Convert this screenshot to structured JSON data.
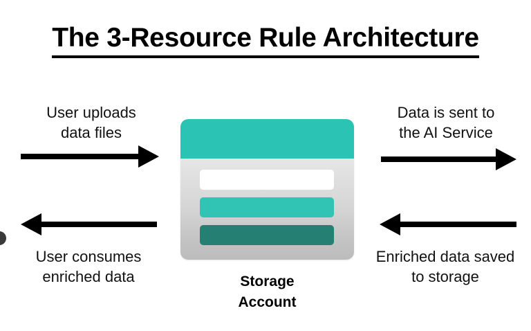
{
  "diagram": {
    "title": "The 3-Resource Rule Architecture",
    "center_node": {
      "name": "storage-account",
      "label_line1": "Storage",
      "label_line2": "Account",
      "icon": "storage-account-icon",
      "colors": {
        "header_teal": "#2bc4b4",
        "bar_teal": "#31c3b3",
        "bar_dark_teal": "#267f73",
        "bar_white": "#ffffff",
        "body_gradient_top": "#efefef",
        "body_gradient_bottom": "#bcbcbc"
      }
    },
    "flows": [
      {
        "id": "user-uploads",
        "line1": "User uploads",
        "line2": "data files",
        "direction": "right",
        "side": "left",
        "arrow_color": "#000000"
      },
      {
        "id": "user-consumes",
        "line1": "User consumes",
        "line2": "enriched data",
        "direction": "left",
        "side": "left",
        "arrow_color": "#000000"
      },
      {
        "id": "data-sent-to-ai",
        "line1": "Data is sent to",
        "line2": "the AI Service",
        "direction": "right",
        "side": "right",
        "arrow_color": "#000000"
      },
      {
        "id": "enriched-saved",
        "line1": "Enriched data saved",
        "line2": "to storage",
        "direction": "left",
        "side": "right",
        "arrow_color": "#000000"
      }
    ]
  }
}
